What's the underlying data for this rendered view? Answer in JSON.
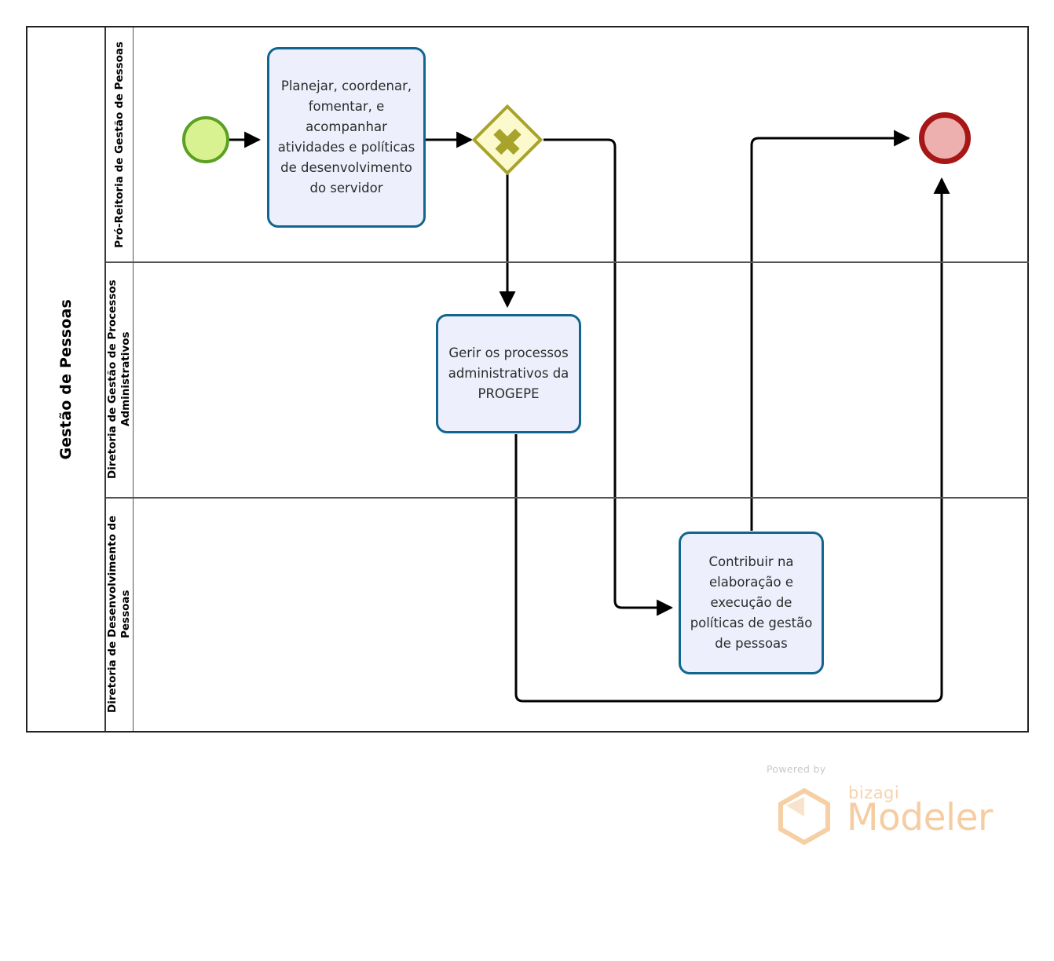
{
  "diagram": {
    "type": "bpmn-process",
    "pool": {
      "name": "Gestão de Pessoas"
    },
    "lanes": [
      {
        "id": "lane-1",
        "name": "Pró-Reitoria de Gestão de Pessoas"
      },
      {
        "id": "lane-2",
        "name": "Diretoria de Gestão de Processos Administrativos"
      },
      {
        "id": "lane-3",
        "name": "Diretoria de Desenvolvimento de Pessoas"
      }
    ],
    "nodes": [
      {
        "id": "start-event",
        "type": "start-event",
        "lane": "lane-1",
        "label": ""
      },
      {
        "id": "task-1",
        "type": "task",
        "lane": "lane-1",
        "label": "Planejar, coordenar, fomentar, e acompanhar atividades e políticas de desenvolvimento do servidor"
      },
      {
        "id": "gateway-1",
        "type": "parallel-gateway",
        "lane": "lane-1",
        "label": ""
      },
      {
        "id": "task-2",
        "type": "task",
        "lane": "lane-2",
        "label": "Gerir os processos administrativos da PROGEPE"
      },
      {
        "id": "task-3",
        "type": "task",
        "lane": "lane-3",
        "label": "Contribuir na elaboração e execução de políticas de gestão de pessoas"
      },
      {
        "id": "end-event",
        "type": "end-event",
        "lane": "lane-1",
        "label": ""
      }
    ],
    "flows": [
      {
        "id": "flow-1",
        "from": "start-event",
        "to": "task-1"
      },
      {
        "id": "flow-2",
        "from": "task-1",
        "to": "gateway-1"
      },
      {
        "id": "flow-3",
        "from": "gateway-1",
        "to": "task-2"
      },
      {
        "id": "flow-4",
        "from": "gateway-1",
        "to": "task-3"
      },
      {
        "id": "flow-5",
        "from": "task-3",
        "to": "end-event"
      },
      {
        "id": "flow-6",
        "from": "task-2",
        "to": "end-event"
      }
    ],
    "colors": {
      "task_fill": "#edf0fc",
      "task_border": "#12658f",
      "start_fill": "#d9f291",
      "start_border": "#5ba023",
      "end_fill": "#eeafaf",
      "end_border": "#a81717",
      "gateway_fill": "#fcfacc",
      "gateway_border": "#a8a32a",
      "pool_border": "#222222",
      "flow_line": "#000000"
    }
  },
  "watermark": {
    "powered_by": "Powered by",
    "brand": "bizagi",
    "product": "Modeler"
  }
}
